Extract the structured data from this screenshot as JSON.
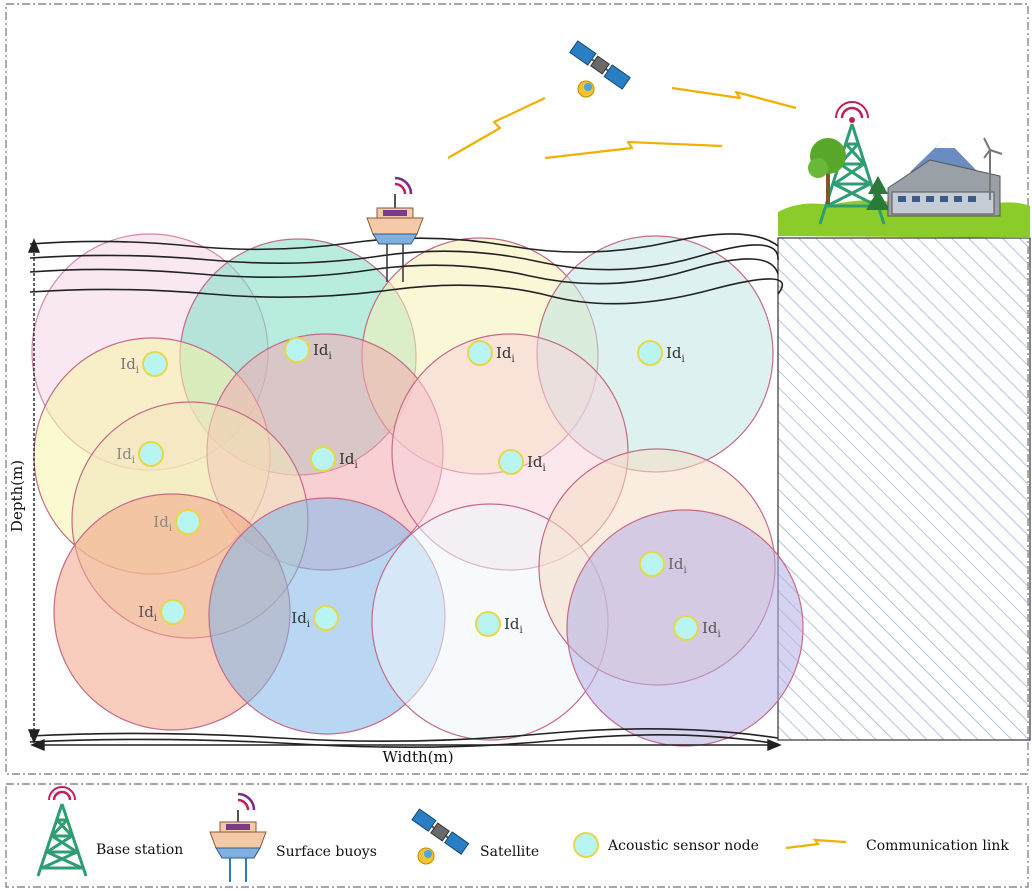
{
  "colors": {
    "node_fill": "#b8f4f2",
    "node_stroke": "#e6d84a",
    "link": "#f0b000",
    "tower": "#2e9e72",
    "hatch": "#9fb6d8",
    "ground": "#8ccc2a"
  },
  "icons": {
    "satellite": "satellite-icon",
    "base_station": "base-station-icon",
    "buoy": "surface-buoy-icon",
    "node": "acoustic-sensor-node-icon",
    "link": "communication-link-icon"
  },
  "axes": {
    "depth_label": "Depth(m)",
    "width_label": "Width(m)"
  },
  "nodes": [
    {
      "label": "Id",
      "sub": "i",
      "label_side": "left",
      "fill": "#f4d6e8",
      "stroke": "#d08aa8",
      "label_color": "#777777"
    },
    {
      "label": "Id",
      "sub": "i",
      "label_side": "right",
      "fill": "#7ddcc4",
      "stroke": "#c56a86",
      "label_color": "#333333"
    },
    {
      "label": "Id",
      "sub": "i",
      "label_side": "right",
      "fill": "#f5f0b4",
      "stroke": "#c56a86",
      "label_color": "#333333"
    },
    {
      "label": "Id",
      "sub": "i",
      "label_side": "right",
      "fill": "#bfe5e4",
      "stroke": "#c56a86",
      "label_color": "#333333"
    },
    {
      "label": "Id",
      "sub": "i",
      "label_side": "left",
      "fill": "#f7f4a8",
      "stroke": "#c56a86",
      "label_color": "#888888"
    },
    {
      "label": "Id",
      "sub": "i",
      "label_side": "right",
      "fill": "#f3a9b0",
      "stroke": "#c56a86",
      "label_color": "#333333"
    },
    {
      "label": "Id",
      "sub": "i",
      "label_side": "right",
      "fill": "#f7d4dc",
      "stroke": "#c56a86",
      "label_color": "#333333"
    },
    {
      "label": "Id",
      "sub": "i",
      "label_side": "left",
      "fill": "#f1e4bc",
      "stroke": "#c56a86",
      "label_color": "#888888"
    },
    {
      "label": "Id",
      "sub": "i",
      "label_side": "left",
      "fill": "#f3a487",
      "stroke": "#c56a86",
      "label_color": "#555555"
    },
    {
      "label": "Id",
      "sub": "i",
      "label_side": "left",
      "fill": "#7fb7e8",
      "stroke": "#c56a86",
      "label_color": "#333333"
    },
    {
      "label": "Id",
      "sub": "i",
      "label_side": "right",
      "fill": "#eef6fb",
      "stroke": "#c56a86",
      "label_color": "#333333"
    },
    {
      "label": "Id",
      "sub": "i",
      "label_side": "right",
      "fill": "#f5dcc4",
      "stroke": "#c56a86",
      "label_color": "#666666"
    },
    {
      "label": "Id",
      "sub": "i",
      "label_side": "right",
      "fill": "#b5aee6",
      "stroke": "#c56a86",
      "label_color": "#555555"
    }
  ],
  "legend": {
    "base_station": "Base station",
    "surface_buoys": "Surface buoys",
    "satellite": "Satellite",
    "acoustic_sensor_node": "Acoustic sensor node",
    "communication_link": "Communication link"
  }
}
